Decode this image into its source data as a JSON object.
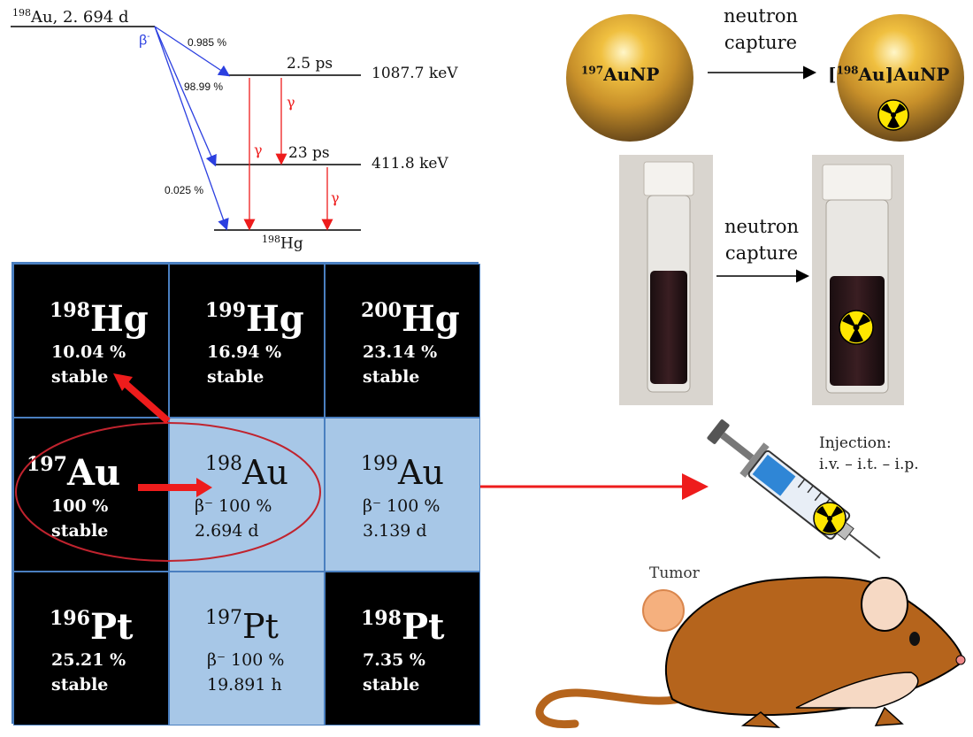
{
  "decay_scheme": {
    "parent": {
      "mass": "198",
      "text": "Au, 2. 694 d"
    },
    "beta_label": "β",
    "beta_sign": "-",
    "branches": [
      "0.985 %",
      "98.99 %",
      "0.025 %"
    ],
    "levels": [
      {
        "halflife": "2.5 ps",
        "energy": "1087.7 keV"
      },
      {
        "halflife": "23 ps",
        "energy": "411.8 keV"
      }
    ],
    "ground": {
      "mass": "198",
      "symbol": "Hg"
    },
    "gamma": "γ"
  },
  "nuclides": [
    {
      "mass": "198",
      "symbol": "Hg",
      "line1": "10.04 %",
      "line2": "stable"
    },
    {
      "mass": "199",
      "symbol": "Hg",
      "line1": "16.94 %",
      "line2": "stable"
    },
    {
      "mass": "200",
      "symbol": "Hg",
      "line1": "23.14 %",
      "line2": "stable"
    },
    {
      "mass": "197",
      "symbol": "Au",
      "line1": "100 %",
      "line2": "stable"
    },
    {
      "mass": "198",
      "symbol": "Au",
      "line1": "β⁻ 100 %",
      "line2": "2.694 d"
    },
    {
      "mass": "199",
      "symbol": "Au",
      "line1": "β⁻ 100 %",
      "line2": "3.139 d"
    },
    {
      "mass": "196",
      "symbol": "Pt",
      "line1": "25.21 %",
      "line2": "stable"
    },
    {
      "mass": "197",
      "symbol": "Pt",
      "line1": "β⁻ 100 %",
      "line2": "19.891 h"
    },
    {
      "mass": "198",
      "symbol": "Pt",
      "line1": "7.35 %",
      "line2": "stable"
    }
  ],
  "nanoparticles": {
    "left": {
      "mass": "197",
      "text": "AuNP"
    },
    "right": {
      "open": "[",
      "mass": "198",
      "text": "Au]AuNP"
    },
    "arrow_line1": "neutron",
    "arrow_line2": "capture"
  },
  "vials": {
    "arrow_line1": "neutron",
    "arrow_line2": "capture"
  },
  "injection": {
    "title": "Injection:",
    "routes": "i.v. – i.t. – i.p."
  },
  "tumor_label": "Tumor",
  "colors": {
    "cell_black": "#000000",
    "cell_blue": "#a7c7e7",
    "arrow_red": "#ee1c1c",
    "beta_blue": "#2b3fe0",
    "mouse_brown": "#b5641c",
    "mouse_light": "#f6d9c4"
  }
}
